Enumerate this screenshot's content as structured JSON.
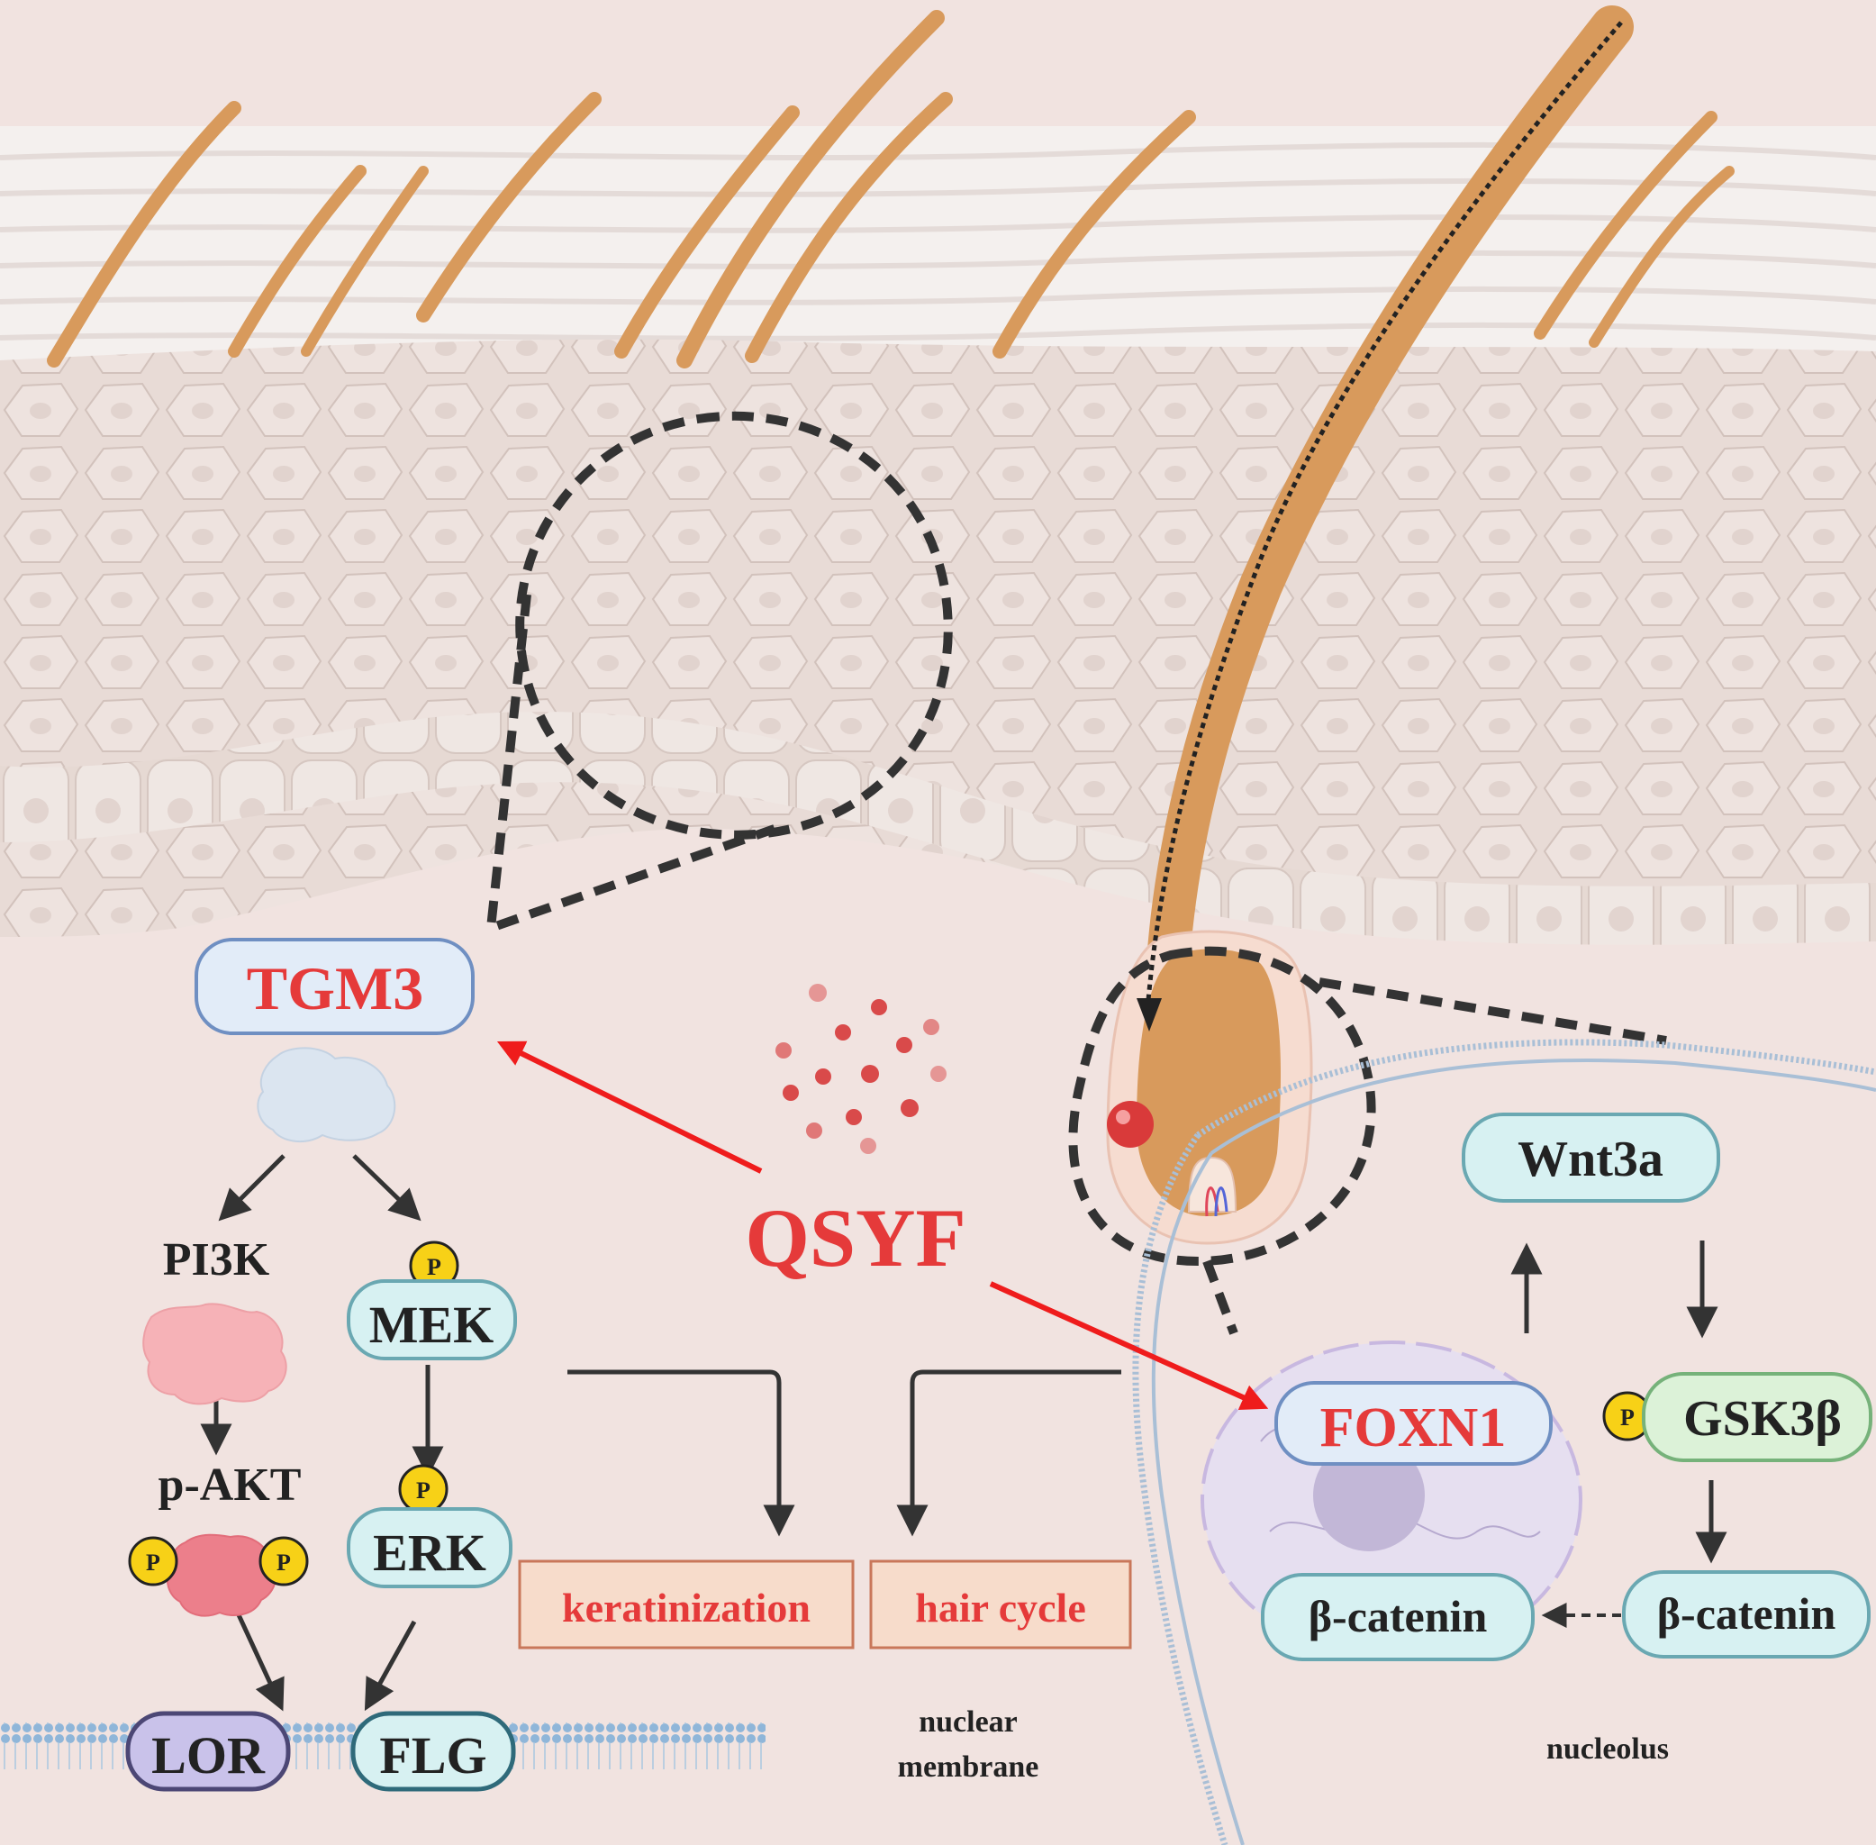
{
  "labels": {
    "qsyf": "QSYF",
    "tgm3": "TGM3",
    "pi3k": "PI3K",
    "p_akt": "p-AKT",
    "mek": "MEK",
    "erk": "ERK",
    "lor": "LOR",
    "flg": "FLG",
    "keratinization": "keratinization",
    "hair_cycle": "hair cycle",
    "nuclear_membrane_1": "nuclear",
    "nuclear_membrane_2": "membrane",
    "foxn1": "FOXN1",
    "wnt3a": "Wnt3a",
    "gsk3b": "GSK3β",
    "b_catenin_cyto": "β-catenin",
    "b_catenin_nuc": "β-catenin",
    "nucleolus": "nucleolus",
    "phospho": "P"
  },
  "colors": {
    "background": "#f1e3e0",
    "emphasis_red": "#e53a3a",
    "arrow_red": "#ef1c1c",
    "hair": "#d89a5c",
    "phospho_yellow": "#f7d117",
    "pill_blue_fill": "#e2ecf8",
    "pill_teal_fill": "#d7f1f2",
    "pill_green_fill": "#dcf2d8",
    "pill_purple_fill": "#c9c2ea",
    "box_fill": "#f7dccb",
    "box_stroke": "#c9775a"
  }
}
